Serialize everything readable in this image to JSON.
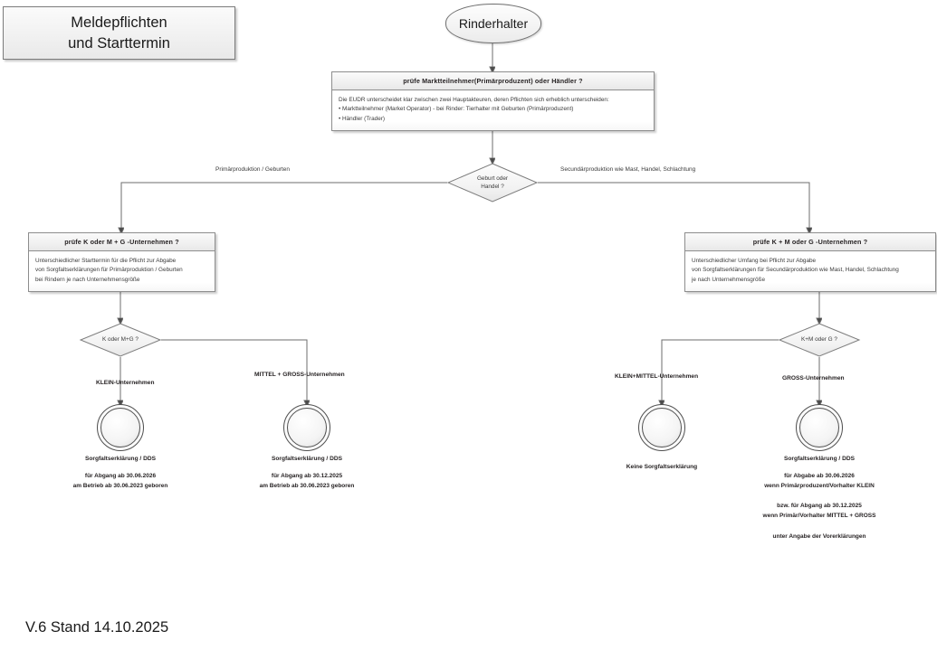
{
  "title_box": {
    "line1": "Meldepflichten",
    "line2": "und Starttermin"
  },
  "start": {
    "label": "Rinderhalter"
  },
  "process_top": {
    "header": "prüfe Marktteilnehmer(Primärproduzent) oder Händler ?",
    "body": [
      "Die EUDR unterscheidet klar zwischen zwei Hauptakteuren, deren Pflichten sich erheblich unterscheiden:",
      "• Marktteilnehmer (Market Operator)  -  bei Rinder: Tierhalter mit Geburten (Primärproduzent)",
      "• Händler (Trader)"
    ]
  },
  "decision_1": {
    "line1": "Geburt oder",
    "line2": "Handel ?",
    "branch_left": "Primärproduktion / Geburten",
    "branch_right": "Secundärproduktion wie Mast, Handel, Schlachtung"
  },
  "process_left": {
    "header": "prüfe K oder M + G -Unternehmen ?",
    "body": [
      "Unterschiedlicher Starttermin für die Pflicht zur Abgabe",
      "von Sorgfaltserklärungen für Primärproduktion / Geburten",
      "bei Rindern je nach Unternehmensgröße"
    ]
  },
  "process_right": {
    "header": "prüfe K + M oder G -Unternehmen ?",
    "body": [
      "Unterschiedlicher Umfang bei Pflicht zur Abgabe",
      "von Sorgfaltserklärungen für Secundärproduktion wie Mast, Handel, Schlachtung",
      "je nach Unternehmensgröße"
    ]
  },
  "decision_2": {
    "label": "K oder M+G ?",
    "branch_left": "KLEIN-Unternehmen",
    "branch_right": "MITTEL + GROSS-Unternehmen"
  },
  "decision_3": {
    "label": "K+M oder G ?",
    "branch_left": "KLEIN+MITTEL-Unternehmen",
    "branch_right": "GROSS-Unternehmen"
  },
  "outcomes": [
    {
      "id": "klein-primaer",
      "title": "Sorgfaltserklärung / DDS",
      "details": [
        "für Abgang ab 30.06.2026",
        "am Betrieb ab 30.06.2023 geboren"
      ]
    },
    {
      "id": "mittel-gross-primaer",
      "title": "Sorgfaltserklärung / DDS",
      "details": [
        "für Abgang ab 30.12.2025",
        "am Betrieb ab 30.06.2023 geboren"
      ]
    },
    {
      "id": "klein-mittel-secundaer",
      "title": "Keine Sorgfaltserklärung",
      "details": []
    },
    {
      "id": "gross-secundaer",
      "title": "Sorgfaltserklärung / DDS",
      "details": [
        "für Abgabe ab 30.06.2026",
        "wenn Primärproduzent/Vorhalter KLEIN",
        "bzw. für Abgang ab 30.12.2025",
        "wenn Primär/Vorhalter MITTEL + GROSS",
        "unter Angabe der Vorerklärungen"
      ]
    }
  ],
  "footer": {
    "version": "V.6 Stand 14.10.2025"
  },
  "colors": {
    "stroke": "#6d6d6d",
    "box_border": "#8d8d8d",
    "text": "#231f20",
    "body_text": "#3a3a3a"
  }
}
